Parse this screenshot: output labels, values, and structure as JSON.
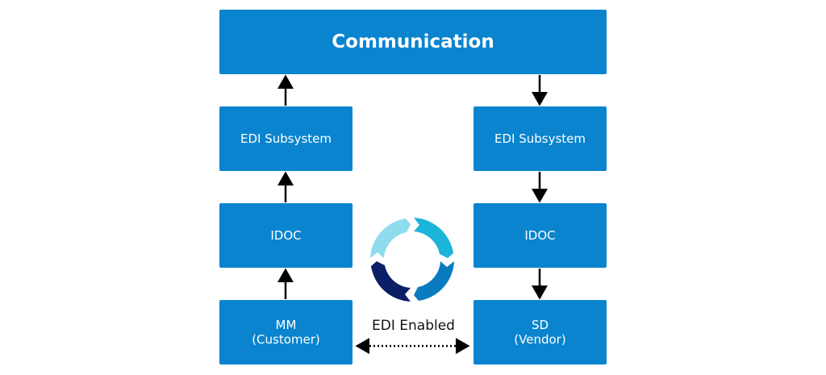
{
  "boxes": {
    "communication": "Communication",
    "left_edi": "EDI Subsystem",
    "left_idoc": "IDOC",
    "left_mm": "MM\n(Customer)",
    "right_edi": "EDI Subsystem",
    "right_idoc": "IDOC",
    "right_sd": "SD\n(Vendor)"
  },
  "link_label": "EDI Enabled",
  "colors": {
    "box": "#0a84ce",
    "cycle": [
      "#1cb4d8",
      "#0a7bc0",
      "#0b1f66",
      "#8fdcef"
    ]
  },
  "icons": {
    "cycle": "cycle-ring-icon"
  }
}
